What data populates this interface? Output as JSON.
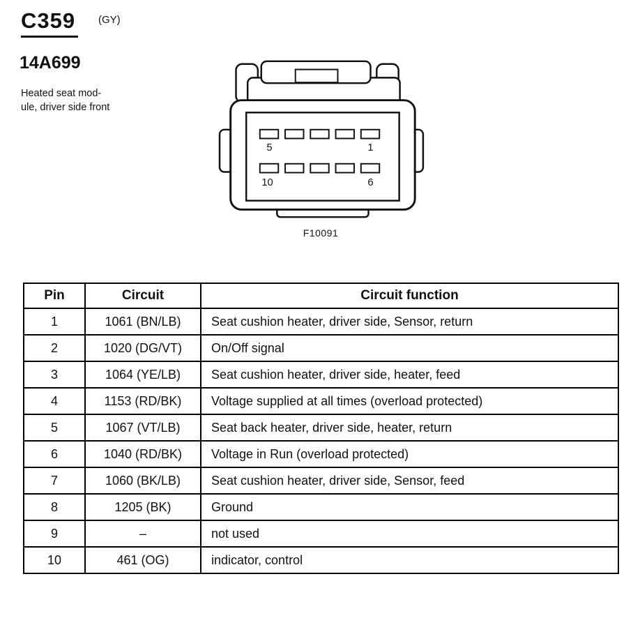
{
  "page": {
    "header": {
      "connector_id": "C359",
      "connector_color": "(GY)",
      "part_number": "14A699",
      "description_line1": "Heated seat mod-",
      "description_line2": "ule, driver side front"
    },
    "connector": {
      "caption": "F10091",
      "pin_labels": {
        "top_left": "5",
        "top_right": "1",
        "bottom_left": "10",
        "bottom_right": "6"
      }
    },
    "pin_table": {
      "columns": [
        "Pin",
        "Circuit",
        "Circuit function"
      ],
      "rows": [
        {
          "pin": "1",
          "circuit": "1061 (BN/LB)",
          "function": "Seat cushion heater, driver side, Sensor, return"
        },
        {
          "pin": "2",
          "circuit": "1020 (DG/VT)",
          "function": "On/Off signal"
        },
        {
          "pin": "3",
          "circuit": "1064 (YE/LB)",
          "function": "Seat cushion heater, driver side, heater, feed"
        },
        {
          "pin": "4",
          "circuit": "1153 (RD/BK)",
          "function": "Voltage supplied at all times (overload protected)"
        },
        {
          "pin": "5",
          "circuit": "1067 (VT/LB)",
          "function": "Seat back heater, driver side, heater, return"
        },
        {
          "pin": "6",
          "circuit": "1040 (RD/BK)",
          "function": "Voltage in Run (overload protected)"
        },
        {
          "pin": "7",
          "circuit": "1060 (BK/LB)",
          "function": "Seat cushion heater, driver side, Sensor, feed"
        },
        {
          "pin": "8",
          "circuit": "1205 (BK)",
          "function": "Ground"
        },
        {
          "pin": "9",
          "circuit": "–",
          "function": "not used"
        },
        {
          "pin": "10",
          "circuit": "461 (OG)",
          "function": "indicator, control"
        }
      ]
    }
  }
}
